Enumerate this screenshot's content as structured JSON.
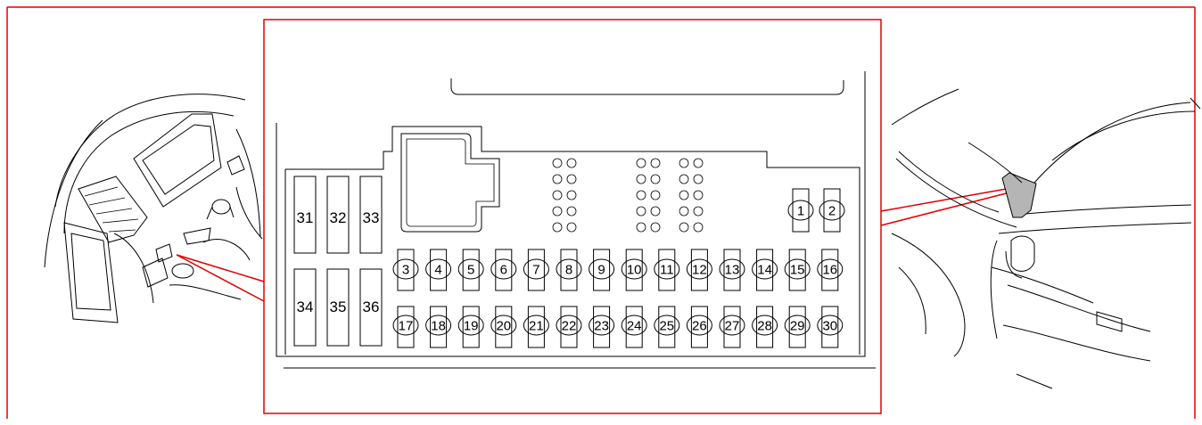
{
  "colors": {
    "callout": "#e00000",
    "line": "#000000",
    "highlight": "#b5b5b5",
    "background": "#ffffff"
  },
  "fuse_box": {
    "large_fuses": [
      "31",
      "32",
      "33",
      "34",
      "35",
      "36"
    ],
    "top_right_fuses": [
      "1",
      "2"
    ],
    "row_upper": [
      "3",
      "4",
      "5",
      "6",
      "7",
      "8",
      "9",
      "10",
      "11",
      "12",
      "13",
      "14",
      "15",
      "16"
    ],
    "row_lower": [
      "17",
      "18",
      "19",
      "20",
      "21",
      "22",
      "23",
      "24",
      "25",
      "26",
      "27",
      "28",
      "29",
      "30"
    ]
  },
  "illustrations": {
    "left": "dashboard-under-steering-location",
    "right": "door-side-location"
  }
}
